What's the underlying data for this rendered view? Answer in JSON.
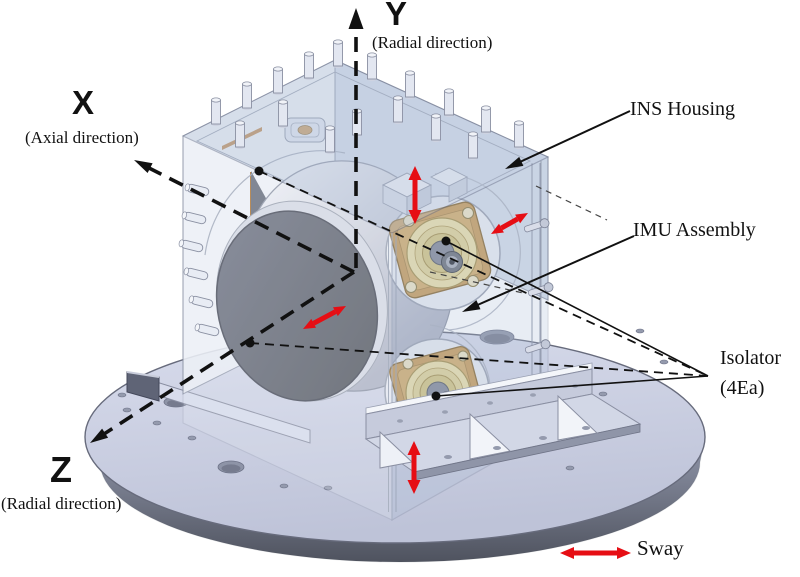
{
  "axes": {
    "y": {
      "letter": "Y",
      "note": "(Radial direction)"
    },
    "x": {
      "letter": "X",
      "note": "(Axial direction)"
    },
    "z": {
      "letter": "Z",
      "note": "(Radial direction)"
    }
  },
  "callouts": {
    "ins_housing": "INS Housing",
    "imu_assembly": "IMU Assembly",
    "isolator": "Isolator",
    "isolator_count": "(4Ea)",
    "sway": "Sway"
  },
  "colors": {
    "annotation_red": "#e60e14",
    "ink": "#111111",
    "base_top": "#ccd1e3",
    "base_side_dark": "#575b69",
    "housing_tint": "#b7c5db",
    "isolator_gold": "#c89d5c",
    "imu_disc_dark": "#5e6370"
  }
}
